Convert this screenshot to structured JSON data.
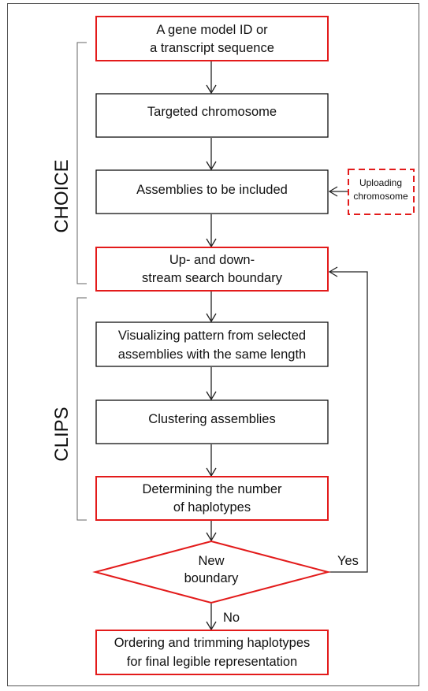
{
  "colors": {
    "highlight": "#e31b1b",
    "normal": "#111111",
    "connector": "#222222",
    "bracket": "#666666"
  },
  "nodes": {
    "gene_model": {
      "lines": [
        "A gene model ID or",
        "a transcript sequence"
      ],
      "style": "highlight"
    },
    "targeted_chromosome": {
      "lines": [
        "Targeted chromosome"
      ],
      "style": "normal"
    },
    "assemblies_included": {
      "lines": [
        "Assemblies to be included"
      ],
      "style": "normal"
    },
    "uploading_chromosome": {
      "lines": [
        "Uploading",
        "chromosome"
      ],
      "style": "dashed-highlight"
    },
    "search_boundary": {
      "lines": [
        "Up- and down-",
        "stream search boundary"
      ],
      "style": "highlight"
    },
    "visualizing_pattern": {
      "lines": [
        "Visualizing pattern from selected",
        "assemblies with the same length"
      ],
      "style": "normal"
    },
    "clustering": {
      "lines": [
        "Clustering assemblies"
      ],
      "style": "normal"
    },
    "determining_haplotypes": {
      "lines": [
        "Determining the number",
        "of haplotypes"
      ],
      "style": "highlight"
    },
    "new_boundary": {
      "lines": [
        "New",
        "boundary"
      ],
      "style": "decision-highlight"
    },
    "ordering_trimming": {
      "lines": [
        "Ordering and trimming haplotypes",
        "for final legible representation"
      ],
      "style": "highlight"
    }
  },
  "edges": {
    "yes_label": "Yes",
    "no_label": "No"
  },
  "groups": {
    "choice": "CHOICE",
    "clips": "CLIPS"
  }
}
